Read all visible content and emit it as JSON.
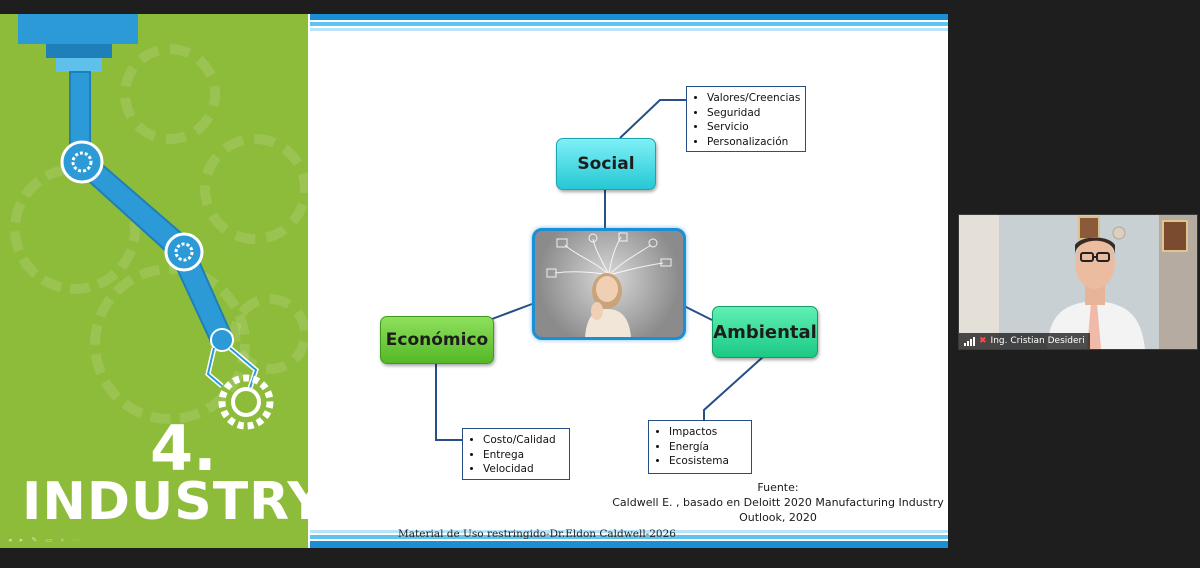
{
  "slide": {
    "left_panel": {
      "number": "4.",
      "word": "INDUSTRY",
      "controls": "◂ ▸ ✎ ▭ ⌕ ⋯"
    },
    "nodes": {
      "social": "Social",
      "economico": "Económico",
      "ambiental": "Ambiental"
    },
    "lists": {
      "social": [
        "Valores/Creencias",
        "Seguridad",
        "Servicio",
        "Personalización"
      ],
      "economico": [
        "Costo/Calidad",
        "Entrega",
        "Velocidad"
      ],
      "ambiental": [
        "Impactos",
        "Energía",
        "Ecosistema"
      ]
    },
    "source": {
      "heading": "Fuente:",
      "line1": "Caldwell E. , basado en Deloitt 2020 Manufacturing Industry",
      "line2": "Outlook, 2020"
    },
    "restricted_note": "Material de Uso restringido-Dr.Eldon Caldwell-2026"
  },
  "participant": {
    "name": "Ing. Cristian Desideri"
  },
  "colors": {
    "panel_green": "#8dbb3a",
    "robot_blue": "#2b9ad6",
    "social_cyan": "#25c8d4",
    "economico_green": "#54b826",
    "ambiental_green": "#1cc984",
    "connector_navy": "#264f86"
  }
}
